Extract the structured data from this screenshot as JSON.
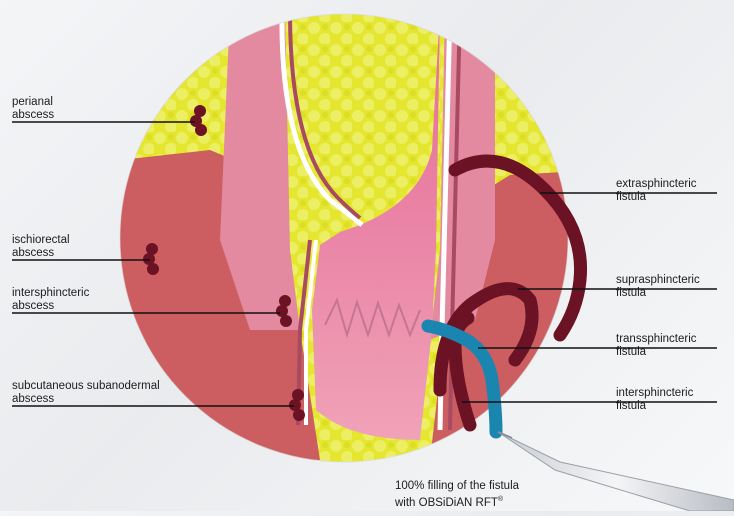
{
  "labels_left": [
    {
      "id": "perianal",
      "line1": "perianal",
      "line2": "abscess"
    },
    {
      "id": "ischiorectal",
      "line1": "ischiorectal",
      "line2": "abscess"
    },
    {
      "id": "intersphincteric",
      "line1": "intersphincteric",
      "line2": "abscess"
    },
    {
      "id": "subcutaneous",
      "line1": "subcutaneous subanodermal",
      "line2": "abscess"
    }
  ],
  "labels_right": [
    {
      "id": "extrasphincteric",
      "line1": "extrasphincteric",
      "line2": "fistula"
    },
    {
      "id": "suprasphincteric",
      "line1": "suprasphincteric",
      "line2": "fistula"
    },
    {
      "id": "transsphincteric",
      "line1": "transsphincteric",
      "line2": "fistula"
    },
    {
      "id": "intersphincteric",
      "line1": "intersphincteric",
      "line2": "fistula"
    }
  ],
  "caption": {
    "line1": "100% filling of the fistula",
    "line2": "with OBSiDiAN RFT",
    "mark": "®"
  },
  "colors": {
    "fat": "#e3e52a",
    "muscle": "#cc5a5e",
    "mucosa": "#e48aa2",
    "lumen": "#e97aa0",
    "abscess": "#6b1224",
    "filler": "#1a86b0"
  }
}
